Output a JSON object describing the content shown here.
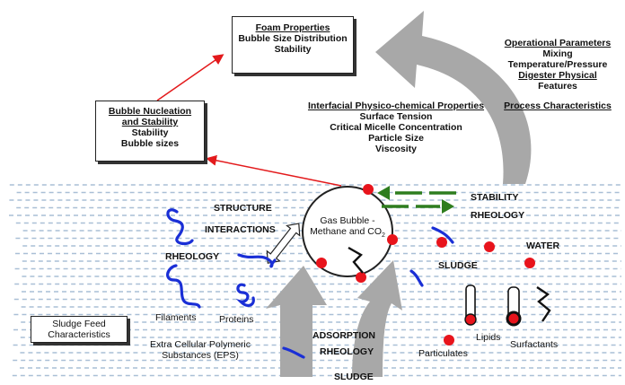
{
  "boxes": {
    "foam": {
      "title": "Foam Properties",
      "lines": [
        "Bubble Size Distribution",
        "Stability"
      ]
    },
    "nucleation": {
      "title_line1": "Bubble Nucleation",
      "title_line2": "and Stability",
      "lines": [
        "Stability",
        "Bubble sizes"
      ]
    },
    "feed": {
      "line1": "Sludge Feed",
      "line2": "Characteristics"
    }
  },
  "interfacial": {
    "title": "Interfacial Physico-chemical Properties",
    "lines": [
      "Surface Tension",
      "Critical Micelle Concentration",
      "Particle Size",
      "Viscosity"
    ]
  },
  "operational": {
    "title": "Operational Parameters",
    "lines": [
      "Mixing",
      "Temperature/Pressure"
    ],
    "digester_line1": "Digester Physical",
    "digester_line2": "Features",
    "process": "Process Characteristics"
  },
  "bubble": {
    "line1": "Gas Bubble -",
    "line2": "Methane and CO",
    "sub": "2"
  },
  "labels": {
    "structure": "STRUCTURE",
    "interactions": "INTERACTIONS",
    "rheology_left": "RHEOLOGY",
    "stability_right": "STABILITY",
    "rheology_right": "RHEOLOGY",
    "water": "WATER",
    "sludge_right": "SLUDGE",
    "filaments": "Filaments",
    "proteins": "Proteins",
    "eps_line1": "Extra Cellular Polymeric",
    "eps_line2": "Substances (EPS)",
    "adsorption": "ADSORPTION",
    "rheology_bottom": "RHEOLOGY",
    "sludge_bottom": "SLUDGE",
    "lipids": "Lipids",
    "particulates": "Particulates",
    "surfactants": "Surfactants"
  },
  "colors": {
    "arrow_red": "#e31a1c",
    "dot_red": "#e8141c",
    "filament_blue": "#1a2fd6",
    "grey_arrow": "#a8a8a8",
    "green_arrow": "#2e7d1e",
    "water_dash": "#a9bfd6"
  }
}
